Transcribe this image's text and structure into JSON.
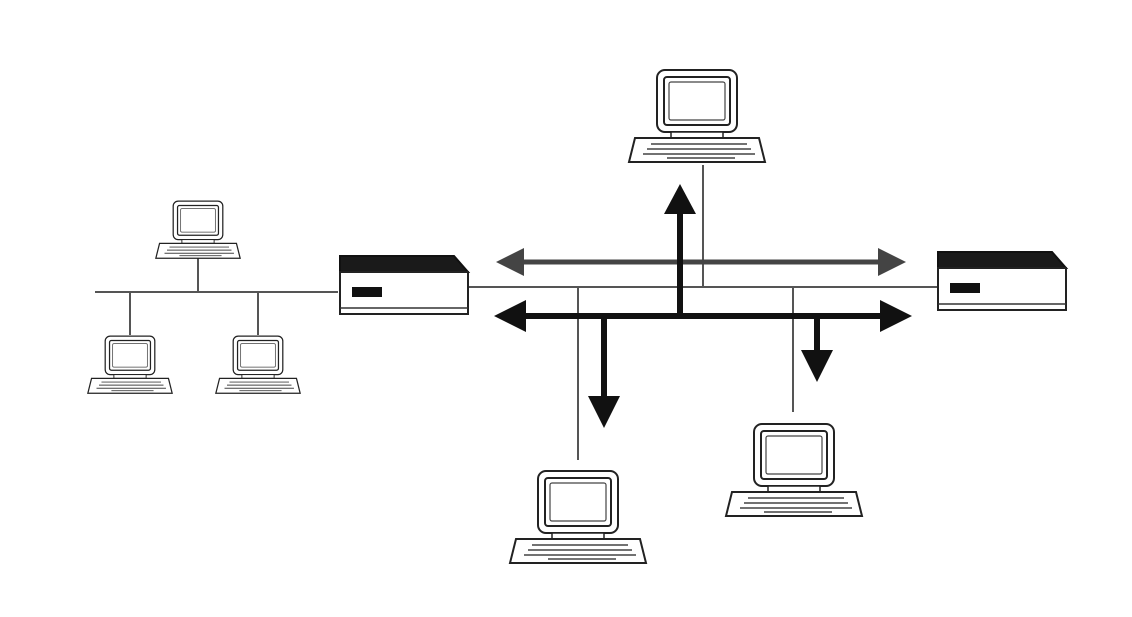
{
  "diagram": {
    "kind": "network-topology",
    "nodes": [
      {
        "id": "pc-left-top",
        "type": "computer",
        "segment": "left-lan"
      },
      {
        "id": "pc-left-bottom-1",
        "type": "computer",
        "segment": "left-lan"
      },
      {
        "id": "pc-left-bottom-2",
        "type": "computer",
        "segment": "left-lan"
      },
      {
        "id": "bridge-left",
        "type": "network-device"
      },
      {
        "id": "bridge-right",
        "type": "network-device"
      },
      {
        "id": "pc-top-center",
        "type": "computer",
        "segment": "backbone"
      },
      {
        "id": "pc-bottom-center",
        "type": "computer",
        "segment": "backbone"
      },
      {
        "id": "pc-bottom-right",
        "type": "computer",
        "segment": "backbone"
      }
    ],
    "arrows": [
      {
        "id": "arrow-upper-bidirectional",
        "direction": "left-right",
        "shade": "#444444"
      },
      {
        "id": "arrow-lower-bidirectional",
        "direction": "left-right",
        "shade": "#111111"
      },
      {
        "id": "arrow-up-to-top-pc",
        "direction": "up",
        "shade": "#111111"
      },
      {
        "id": "arrow-down-to-bottom-center-pc",
        "direction": "down",
        "shade": "#111111"
      },
      {
        "id": "arrow-down-to-bottom-right-pc",
        "direction": "down",
        "shade": "#111111"
      }
    ],
    "colors": {
      "line": "#555555",
      "device": "#222222",
      "arrow": "#111111",
      "background": "#ffffff"
    }
  }
}
